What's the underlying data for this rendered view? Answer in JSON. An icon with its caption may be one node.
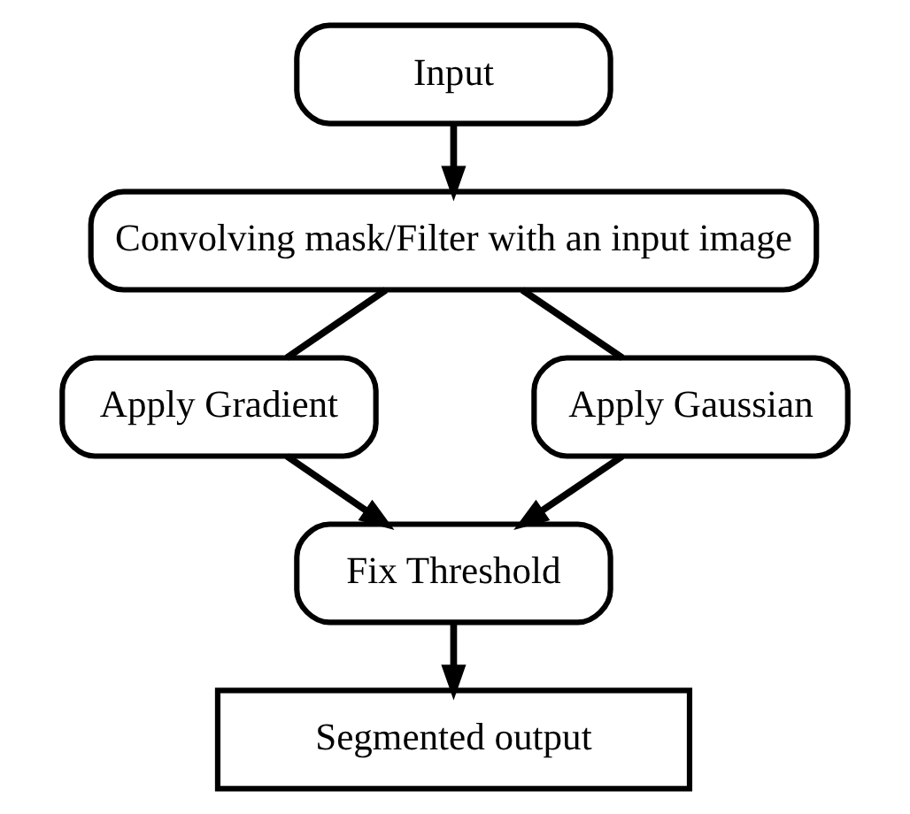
{
  "diagram": {
    "nodes": [
      {
        "text": [
          "Input"
        ]
      },
      {
        "text": [
          "Convolving mask/Filter with an input image"
        ]
      },
      {
        "text": [
          "Apply Gradient"
        ]
      },
      {
        "text": [
          "Apply Gaussian"
        ]
      },
      {
        "text": [
          "Fix Threshold"
        ]
      },
      {
        "text": [
          "Segmented output"
        ]
      }
    ],
    "edges": [
      {
        "from": 0,
        "to": 1,
        "arrow": "to"
      },
      {
        "from": 1,
        "to": 2,
        "arrow": "none"
      },
      {
        "from": 1,
        "to": 3,
        "arrow": "none"
      },
      {
        "from": 2,
        "to": 4,
        "arrow": "to"
      },
      {
        "from": 3,
        "to": 4,
        "arrow": "to"
      },
      {
        "from": 4,
        "to": 5,
        "arrow": "to"
      }
    ]
  }
}
